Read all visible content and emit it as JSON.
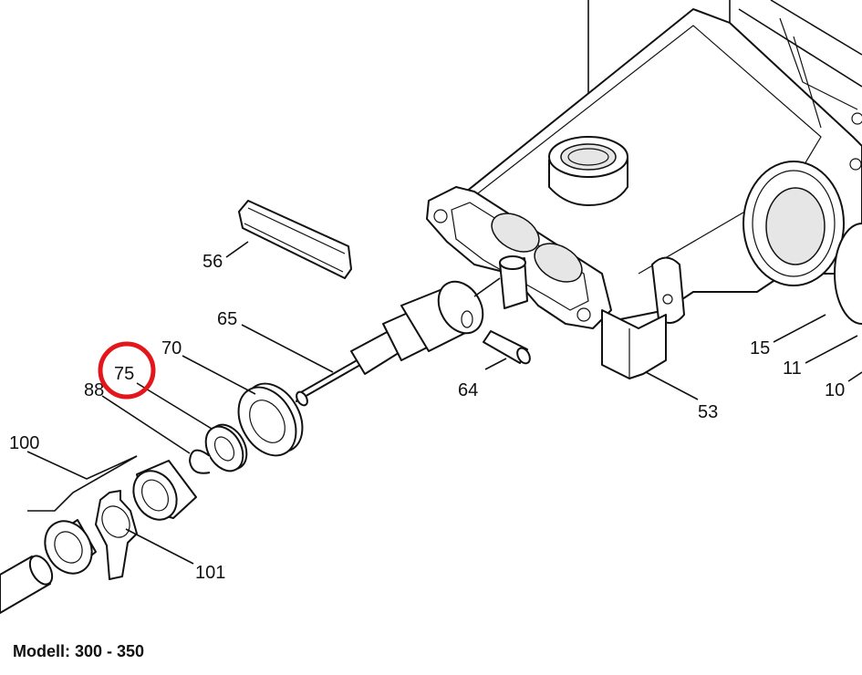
{
  "caption": "Modell: 300 - 350",
  "highlight": {
    "part": "75",
    "color": "#e3161b"
  },
  "parts": [
    {
      "id": "56",
      "label": "56"
    },
    {
      "id": "65",
      "label": "65"
    },
    {
      "id": "70",
      "label": "70"
    },
    {
      "id": "75",
      "label": "75"
    },
    {
      "id": "88",
      "label": "88"
    },
    {
      "id": "100",
      "label": "100"
    },
    {
      "id": "101",
      "label": "101"
    },
    {
      "id": "64",
      "label": "64"
    },
    {
      "id": "53",
      "label": "53"
    },
    {
      "id": "15",
      "label": "15"
    },
    {
      "id": "11",
      "label": "11"
    },
    {
      "id": "10",
      "label": "10"
    }
  ]
}
